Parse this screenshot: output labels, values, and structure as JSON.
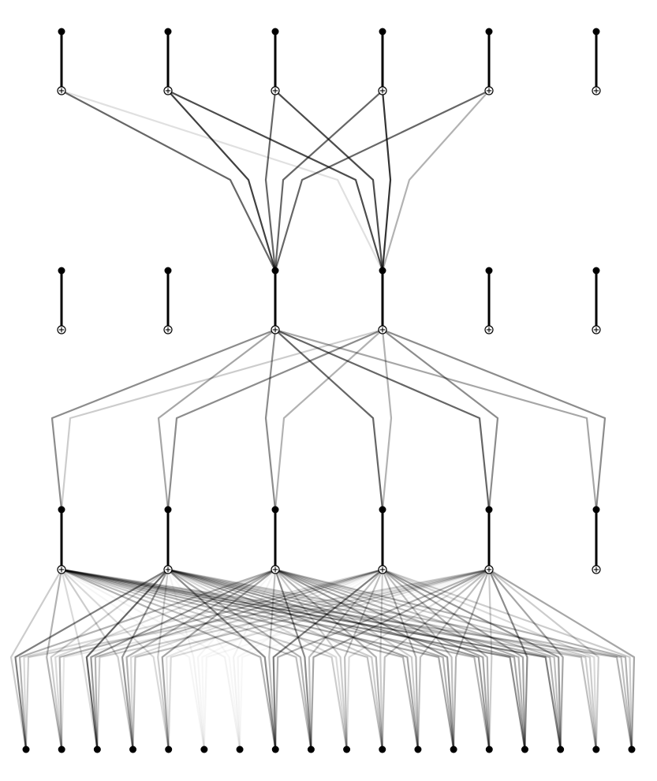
{
  "diagram": {
    "kind": "layered network graph",
    "colors": {
      "background": "#ffffff",
      "node": "#000000",
      "edge": "#000000"
    },
    "layers": [
      {
        "id": "L0",
        "nodes": 18,
        "role": "input"
      },
      {
        "id": "L1",
        "nodes": 6
      },
      {
        "id": "L2",
        "nodes": 6
      },
      {
        "id": "L3",
        "nodes": 6,
        "role": "output"
      }
    ],
    "active_sum_nodes": {
      "L1": [
        0,
        1,
        2,
        3,
        4,
        5
      ],
      "L2": [
        2,
        3
      ],
      "L3": [
        0,
        1,
        2,
        3,
        4,
        5
      ]
    },
    "connections_L2_to_L3": [
      {
        "from": 2,
        "to": 0,
        "opacity": 0.6
      },
      {
        "from": 2,
        "to": 1,
        "opacity": 0.75
      },
      {
        "from": 2,
        "to": 2,
        "opacity": 0.6
      },
      {
        "from": 2,
        "to": 3,
        "opacity": 0.6
      },
      {
        "from": 2,
        "to": 4,
        "opacity": 0.6
      },
      {
        "from": 3,
        "to": 0,
        "opacity": 0.12
      },
      {
        "from": 3,
        "to": 1,
        "opacity": 0.7
      },
      {
        "from": 3,
        "to": 2,
        "opacity": 0.7
      },
      {
        "from": 3,
        "to": 3,
        "opacity": 0.8
      },
      {
        "from": 3,
        "to": 4,
        "opacity": 0.3
      }
    ],
    "connections_L1_to_L2": [
      {
        "from": 0,
        "to": 2,
        "opacity": 0.45
      },
      {
        "from": 0,
        "to": 3,
        "opacity": 0.2
      },
      {
        "from": 1,
        "to": 2,
        "opacity": 0.35
      },
      {
        "from": 1,
        "to": 3,
        "opacity": 0.45
      },
      {
        "from": 2,
        "to": 2,
        "opacity": 0.45
      },
      {
        "from": 2,
        "to": 3,
        "opacity": 0.3
      },
      {
        "from": 3,
        "to": 2,
        "opacity": 0.6
      },
      {
        "from": 3,
        "to": 3,
        "opacity": 0.3
      },
      {
        "from": 4,
        "to": 2,
        "opacity": 0.6
      },
      {
        "from": 4,
        "to": 3,
        "opacity": 0.45
      },
      {
        "from": 5,
        "to": 2,
        "opacity": 0.35
      },
      {
        "from": 5,
        "to": 3,
        "opacity": 0.45
      }
    ],
    "connections_L0_to_L1": [
      {
        "from": 0,
        "to": 0,
        "opacity": 0.2
      },
      {
        "from": 0,
        "to": 1,
        "opacity": 0.5
      },
      {
        "from": 0,
        "to": 2,
        "opacity": 0.3
      },
      {
        "from": 0,
        "to": 3,
        "opacity": 0.15
      },
      {
        "from": 0,
        "to": 4,
        "opacity": 0.2
      },
      {
        "from": 1,
        "to": 0,
        "opacity": 0.3
      },
      {
        "from": 1,
        "to": 1,
        "opacity": 0.2
      },
      {
        "from": 1,
        "to": 2,
        "opacity": 0.15
      },
      {
        "from": 1,
        "to": 3,
        "opacity": 0.3
      },
      {
        "from": 1,
        "to": 4,
        "opacity": 0.1
      },
      {
        "from": 2,
        "to": 0,
        "opacity": 0.15
      },
      {
        "from": 2,
        "to": 1,
        "opacity": 0.6
      },
      {
        "from": 2,
        "to": 2,
        "opacity": 0.4
      },
      {
        "from": 2,
        "to": 3,
        "opacity": 0.3
      },
      {
        "from": 2,
        "to": 4,
        "opacity": 0.2
      },
      {
        "from": 3,
        "to": 0,
        "opacity": 0.2
      },
      {
        "from": 3,
        "to": 1,
        "opacity": 0.4
      },
      {
        "from": 3,
        "to": 2,
        "opacity": 0.3
      },
      {
        "from": 3,
        "to": 3,
        "opacity": 0.15
      },
      {
        "from": 3,
        "to": 4,
        "opacity": 0.25
      },
      {
        "from": 4,
        "to": 0,
        "opacity": 0.15
      },
      {
        "from": 4,
        "to": 1,
        "opacity": 0.2
      },
      {
        "from": 4,
        "to": 2,
        "opacity": 0.35
      },
      {
        "from": 4,
        "to": 3,
        "opacity": 0.1
      },
      {
        "from": 4,
        "to": 4,
        "opacity": 0.15
      },
      {
        "from": 5,
        "to": 0,
        "opacity": 0.04
      },
      {
        "from": 5,
        "to": 1,
        "opacity": 0.05
      },
      {
        "from": 5,
        "to": 2,
        "opacity": 0.04
      },
      {
        "from": 5,
        "to": 3,
        "opacity": 0.03
      },
      {
        "from": 5,
        "to": 4,
        "opacity": 0.04
      },
      {
        "from": 6,
        "to": 0,
        "opacity": 0.05
      },
      {
        "from": 6,
        "to": 1,
        "opacity": 0.03
      },
      {
        "from": 6,
        "to": 2,
        "opacity": 0.05
      },
      {
        "from": 6,
        "to": 3,
        "opacity": 0.04
      },
      {
        "from": 6,
        "to": 4,
        "opacity": 0.03
      },
      {
        "from": 7,
        "to": 0,
        "opacity": 0.3
      },
      {
        "from": 7,
        "to": 1,
        "opacity": 0.45
      },
      {
        "from": 7,
        "to": 2,
        "opacity": 0.25
      },
      {
        "from": 7,
        "to": 3,
        "opacity": 0.5
      },
      {
        "from": 7,
        "to": 4,
        "opacity": 0.3
      },
      {
        "from": 8,
        "to": 0,
        "opacity": 0.25
      },
      {
        "from": 8,
        "to": 1,
        "opacity": 0.3
      },
      {
        "from": 8,
        "to": 2,
        "opacity": 0.45
      },
      {
        "from": 8,
        "to": 3,
        "opacity": 0.25
      },
      {
        "from": 8,
        "to": 4,
        "opacity": 0.35
      },
      {
        "from": 9,
        "to": 0,
        "opacity": 0.2
      },
      {
        "from": 9,
        "to": 1,
        "opacity": 0.15
      },
      {
        "from": 9,
        "to": 2,
        "opacity": 0.2
      },
      {
        "from": 9,
        "to": 3,
        "opacity": 0.25
      },
      {
        "from": 9,
        "to": 4,
        "opacity": 0.15
      },
      {
        "from": 10,
        "to": 0,
        "opacity": 0.25
      },
      {
        "from": 10,
        "to": 1,
        "opacity": 0.2
      },
      {
        "from": 10,
        "to": 2,
        "opacity": 0.3
      },
      {
        "from": 10,
        "to": 3,
        "opacity": 0.2
      },
      {
        "from": 10,
        "to": 4,
        "opacity": 0.25
      },
      {
        "from": 11,
        "to": 0,
        "opacity": 0.3
      },
      {
        "from": 11,
        "to": 1,
        "opacity": 0.35
      },
      {
        "from": 11,
        "to": 2,
        "opacity": 0.2
      },
      {
        "from": 11,
        "to": 3,
        "opacity": 0.3
      },
      {
        "from": 11,
        "to": 4,
        "opacity": 0.25
      },
      {
        "from": 12,
        "to": 0,
        "opacity": 0.35
      },
      {
        "from": 12,
        "to": 1,
        "opacity": 0.3
      },
      {
        "from": 12,
        "to": 2,
        "opacity": 0.4
      },
      {
        "from": 12,
        "to": 3,
        "opacity": 0.25
      },
      {
        "from": 12,
        "to": 4,
        "opacity": 0.3
      },
      {
        "from": 13,
        "to": 0,
        "opacity": 0.3
      },
      {
        "from": 13,
        "to": 1,
        "opacity": 0.4
      },
      {
        "from": 13,
        "to": 2,
        "opacity": 0.35
      },
      {
        "from": 13,
        "to": 3,
        "opacity": 0.3
      },
      {
        "from": 13,
        "to": 4,
        "opacity": 0.2
      },
      {
        "from": 14,
        "to": 0,
        "opacity": 0.45
      },
      {
        "from": 14,
        "to": 1,
        "opacity": 0.35
      },
      {
        "from": 14,
        "to": 2,
        "opacity": 0.3
      },
      {
        "from": 14,
        "to": 3,
        "opacity": 0.35
      },
      {
        "from": 14,
        "to": 4,
        "opacity": 0.45
      },
      {
        "from": 15,
        "to": 0,
        "opacity": 0.5
      },
      {
        "from": 15,
        "to": 1,
        "opacity": 0.3
      },
      {
        "from": 15,
        "to": 2,
        "opacity": 0.25
      },
      {
        "from": 15,
        "to": 3,
        "opacity": 0.4
      },
      {
        "from": 15,
        "to": 4,
        "opacity": 0.35
      },
      {
        "from": 16,
        "to": 0,
        "opacity": 0.25
      },
      {
        "from": 16,
        "to": 1,
        "opacity": 0.2
      },
      {
        "from": 16,
        "to": 2,
        "opacity": 0.2
      },
      {
        "from": 16,
        "to": 3,
        "opacity": 0.15
      },
      {
        "from": 16,
        "to": 4,
        "opacity": 0.2
      },
      {
        "from": 17,
        "to": 0,
        "opacity": 0.3
      },
      {
        "from": 17,
        "to": 1,
        "opacity": 0.25
      },
      {
        "from": 17,
        "to": 2,
        "opacity": 0.3
      },
      {
        "from": 17,
        "to": 3,
        "opacity": 0.2
      },
      {
        "from": 17,
        "to": 4,
        "opacity": 0.35
      }
    ]
  }
}
